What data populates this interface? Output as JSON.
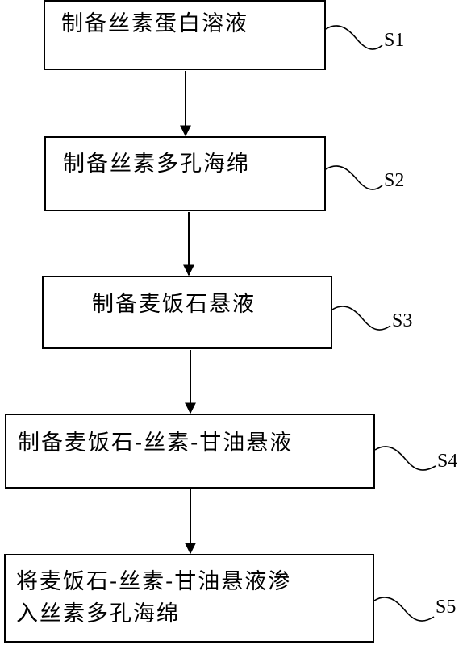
{
  "steps": [
    {
      "id": "S1",
      "lines": [
        "制备丝素蛋白溶液"
      ]
    },
    {
      "id": "S2",
      "lines": [
        "制备丝素多孔海绵"
      ]
    },
    {
      "id": "S3",
      "lines": [
        "制备麦饭石悬液"
      ]
    },
    {
      "id": "S4",
      "lines": [
        "制备麦饭石-丝素-甘油悬液"
      ]
    },
    {
      "id": "S5",
      "lines": [
        "将麦饭石-丝素-甘油悬液渗",
        "入丝素多孔海绵"
      ]
    }
  ]
}
